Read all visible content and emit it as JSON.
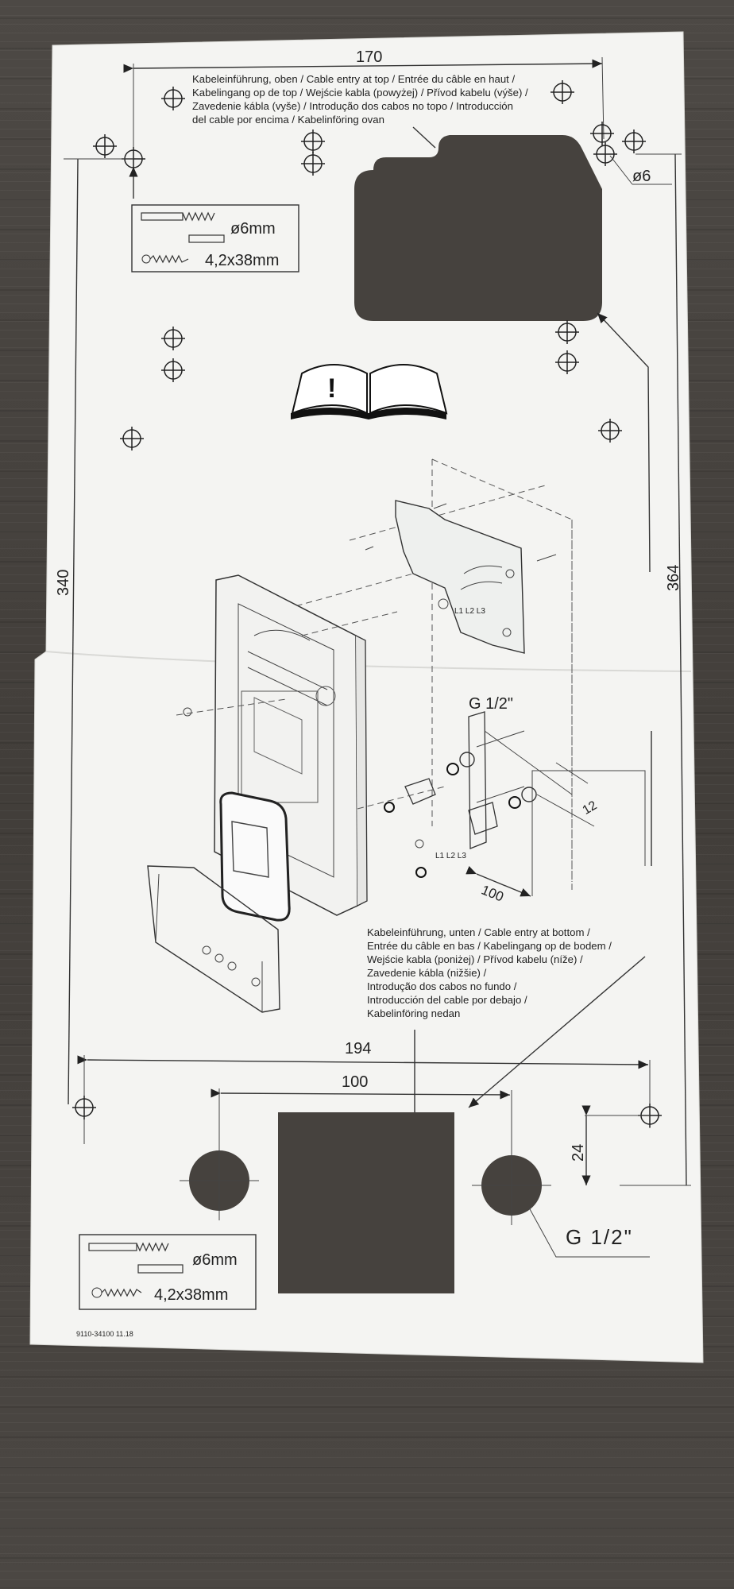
{
  "template": {
    "dim_top_width": "170",
    "dim_left_height": "340",
    "dim_right_height": "364",
    "dim_bottom_width": "194",
    "dim_bottom_inner": "100",
    "dim_bottom_offset": "24",
    "hole_diameter": "ø6",
    "pipe_thread_bottom": "G 1/2\"",
    "pipe_thread_diagram": "G 1/2\"",
    "dim_diagram_depth": "12",
    "dim_diagram_width": "100",
    "terminal_label_a": "L1 L2 L3",
    "terminal_label_b": "L1 L2 L3",
    "doc_code": "9110-34100  11.18"
  },
  "fixings_top": {
    "dowel": "ø6mm",
    "screw": "4,2x38mm"
  },
  "fixings_bottom": {
    "dowel": "ø6mm",
    "screw": "4,2x38mm"
  },
  "cable_entry_top": {
    "lines": [
      "Kabeleinführung, oben / Cable entry at top / Entrée du câble en haut /",
      "Kabelingang op de top / Wejście kabla (powyżej) / Přívod kabelu (výše) /",
      "Zavedenie kábla (vyše) / Introdução dos cabos no topo / Introducción",
      "del cable por encima / Kabelinföring ovan"
    ]
  },
  "cable_entry_bottom": {
    "lines": [
      "Kabeleinführung, unten / Cable entry at bottom /",
      "Entrée du câble en bas / Kabelingang op de bodem /",
      "Wejście kabla (poniżej) / Přívod kabelu (níže) /",
      "Zavedenie kábla (nižšie) /",
      "Introdução dos cabos no fundo /",
      "Introducción del cable por debajo /",
      "Kabelinföring nedan"
    ]
  },
  "icons": [
    "read-manual-icon",
    "crosshair-mark-icon",
    "dowel-icon",
    "screw-icon"
  ]
}
